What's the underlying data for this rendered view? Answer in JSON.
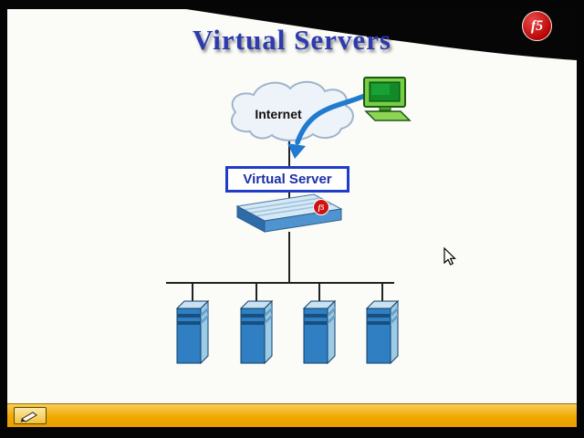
{
  "slide": {
    "title": "Virtual Servers",
    "diagram": {
      "cloud_label": "Internet",
      "virtual_server_label": "Virtual Server",
      "appliance_badge": "f5",
      "server_count": 4
    }
  },
  "branding": {
    "logo_text": "f5"
  },
  "icons": {
    "workstation": "workstation-icon",
    "pen_tool": "pen-annotation-icon",
    "cursor": "mouse-cursor-arrow"
  },
  "colors": {
    "title_blue": "#2d3bae",
    "arrow_blue": "#1f7ad0",
    "box_border_blue": "#1f3cc8",
    "appliance_blue": "#4f94cf",
    "server_blue": "#2f7fc2",
    "toolbar_yellow": "#f0a802",
    "logo_red": "#c00000",
    "swoosh_black": "#060606"
  }
}
